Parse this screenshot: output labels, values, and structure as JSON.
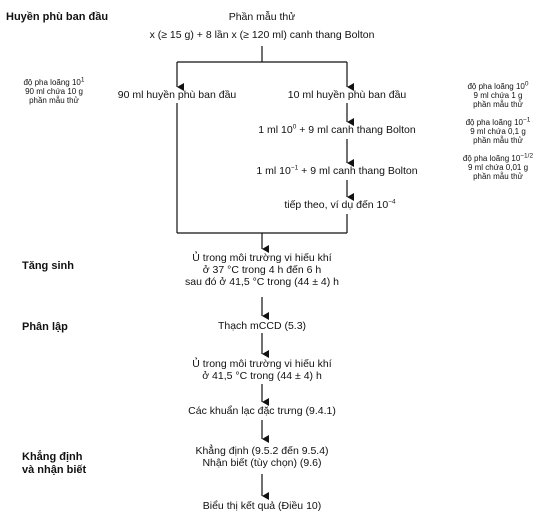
{
  "sections": {
    "initial": "Huyền phù ban đầu",
    "enrich": "Tăng sinh",
    "isolate": "Phân lập",
    "confirm_l1": "Khẳng định",
    "confirm_l2": "và nhận biết"
  },
  "top": {
    "line1": "Phần mẫu thử",
    "line2": "x (≥ 15 g) + 8 lần x (≥ 120 ml) canh thang Bolton"
  },
  "branch": {
    "left": "90 ml huyền phù ban đầu",
    "right": "10 ml huyền phù ban đầu"
  },
  "dilutions": {
    "d1a": "1 ml 10",
    "d1exp": "0",
    "d1b": " + 9 ml canh thang Bolton",
    "d2a": "1 ml 10",
    "d2exp": "−1",
    "d2b": " + 9 ml canh thang Bolton",
    "d3a": "tiếp theo, ví dụ đến 10",
    "d3exp": "−4"
  },
  "left_note": {
    "l1a": "độ pha loãng 10",
    "l1exp": "1",
    "l2": "90 ml chứa 10 g",
    "l3": "phần mẫu thử"
  },
  "right_notes": {
    "n1a": "độ pha loãng 10",
    "n1exp": "0",
    "n1l2": "9 ml chứa 1 g",
    "n1l3": "phần mẫu thử",
    "n2a": "độ pha loãng 10",
    "n2exp": "−1",
    "n2l2": "9 ml chứa 0,1 g",
    "n2l3": "phần mẫu thử",
    "n3a": "độ pha loãng 10",
    "n3exp": "−1/2",
    "n3l2": "9 ml chứa 0,01 g",
    "n3l3": "phần mẫu thử"
  },
  "enrich_steps": {
    "l1": "Ủ trong môi trường vi hiếu khí",
    "l2": "ở 37 °C trong 4 h đến 6 h",
    "l3": "sau đó ở 41,5 °C trong (44 ± 4) h"
  },
  "isolate_steps": {
    "medium": "Thạch mCCD (5.3)",
    "inc1": "Ủ trong môi trường vi hiếu khí",
    "inc2": "ở 41,5 °C trong (44 ± 4) h",
    "colonies": "Các khuẩn lạc đặc trưng (9.4.1)"
  },
  "confirm_steps": {
    "l1": "Khẳng định (9.5.2 đến 9.5.4)",
    "l2": "Nhận biết (tùy chọn) (9.6)"
  },
  "result": "Biểu thị kết quả (Điều 10)"
}
